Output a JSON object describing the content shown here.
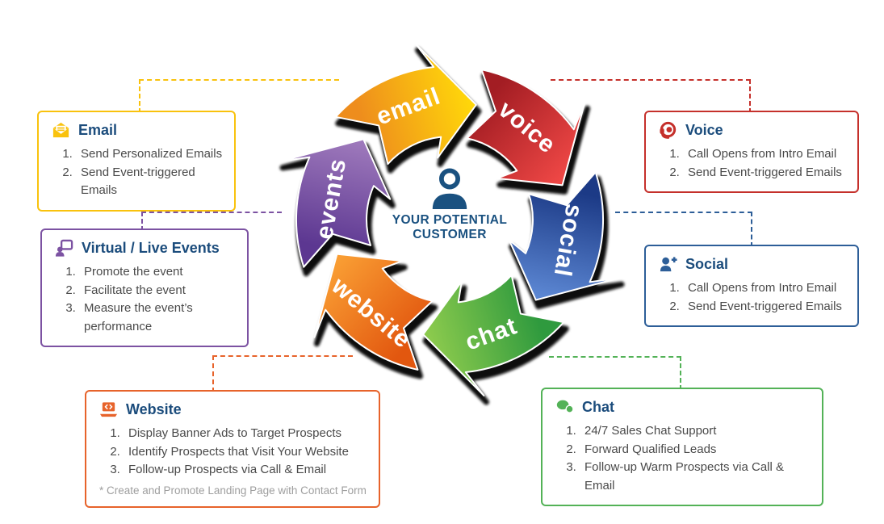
{
  "wheel": {
    "outline_color": "#0d0d0d",
    "center": {
      "line1": "YOUR POTENTIAL",
      "line2": "CUSTOMER",
      "color": "#1a5180"
    },
    "segments": [
      {
        "label": "email",
        "color_dark": "#ee8d1d",
        "color_light": "#ffd60a"
      },
      {
        "label": "voice",
        "color_dark": "#a31d23",
        "color_light": "#ee4745"
      },
      {
        "label": "social",
        "color_dark": "#1c3a86",
        "color_light": "#5b86d2"
      },
      {
        "label": "chat",
        "color_dark": "#2f9a3e",
        "color_light": "#8bca4d"
      },
      {
        "label": "website",
        "color_dark": "#e2570f",
        "color_light": "#f99d33"
      },
      {
        "label": "events",
        "color_dark": "#5c3791",
        "color_light": "#9d78bb"
      }
    ]
  },
  "callouts": [
    {
      "id": "email",
      "title": "Email",
      "accent": "#f9c20d",
      "icon": "email-icon",
      "items": [
        "Send Personalized Emails",
        "Send Event-triggered Emails"
      ]
    },
    {
      "id": "voice",
      "title": "Voice",
      "accent": "#c5302b",
      "icon": "voice-headset-icon",
      "items": [
        "Call Opens from Intro Email",
        "Send Event-triggered Emails"
      ]
    },
    {
      "id": "events",
      "title": "Virtual / Live Events",
      "accent": "#7c52a2",
      "icon": "virtual-event-icon",
      "items": [
        "Promote the event",
        "Facilitate the event",
        "Measure the event’s performance"
      ]
    },
    {
      "id": "social",
      "title": "Social",
      "accent": "#2d5e98",
      "icon": "add-user-icon",
      "items": [
        "Call Opens from Intro Email",
        "Send Event-triggered Emails"
      ]
    },
    {
      "id": "website",
      "title": "Website",
      "accent": "#e7632b",
      "icon": "website-laptop-icon",
      "items": [
        "Display Banner Ads to Target Prospects",
        "Identify Prospects that Visit Your Website",
        "Follow-up Prospects via Call & Email"
      ],
      "note": "* Create and Promote Landing Page with Contact Form"
    },
    {
      "id": "chat",
      "title": "Chat",
      "accent": "#53b257",
      "icon": "chat-bubbles-icon",
      "items": [
        "24/7 Sales Chat Support",
        "Forward Qualified Leads",
        "Follow-up Warm Prospects via Call & Email"
      ]
    }
  ]
}
